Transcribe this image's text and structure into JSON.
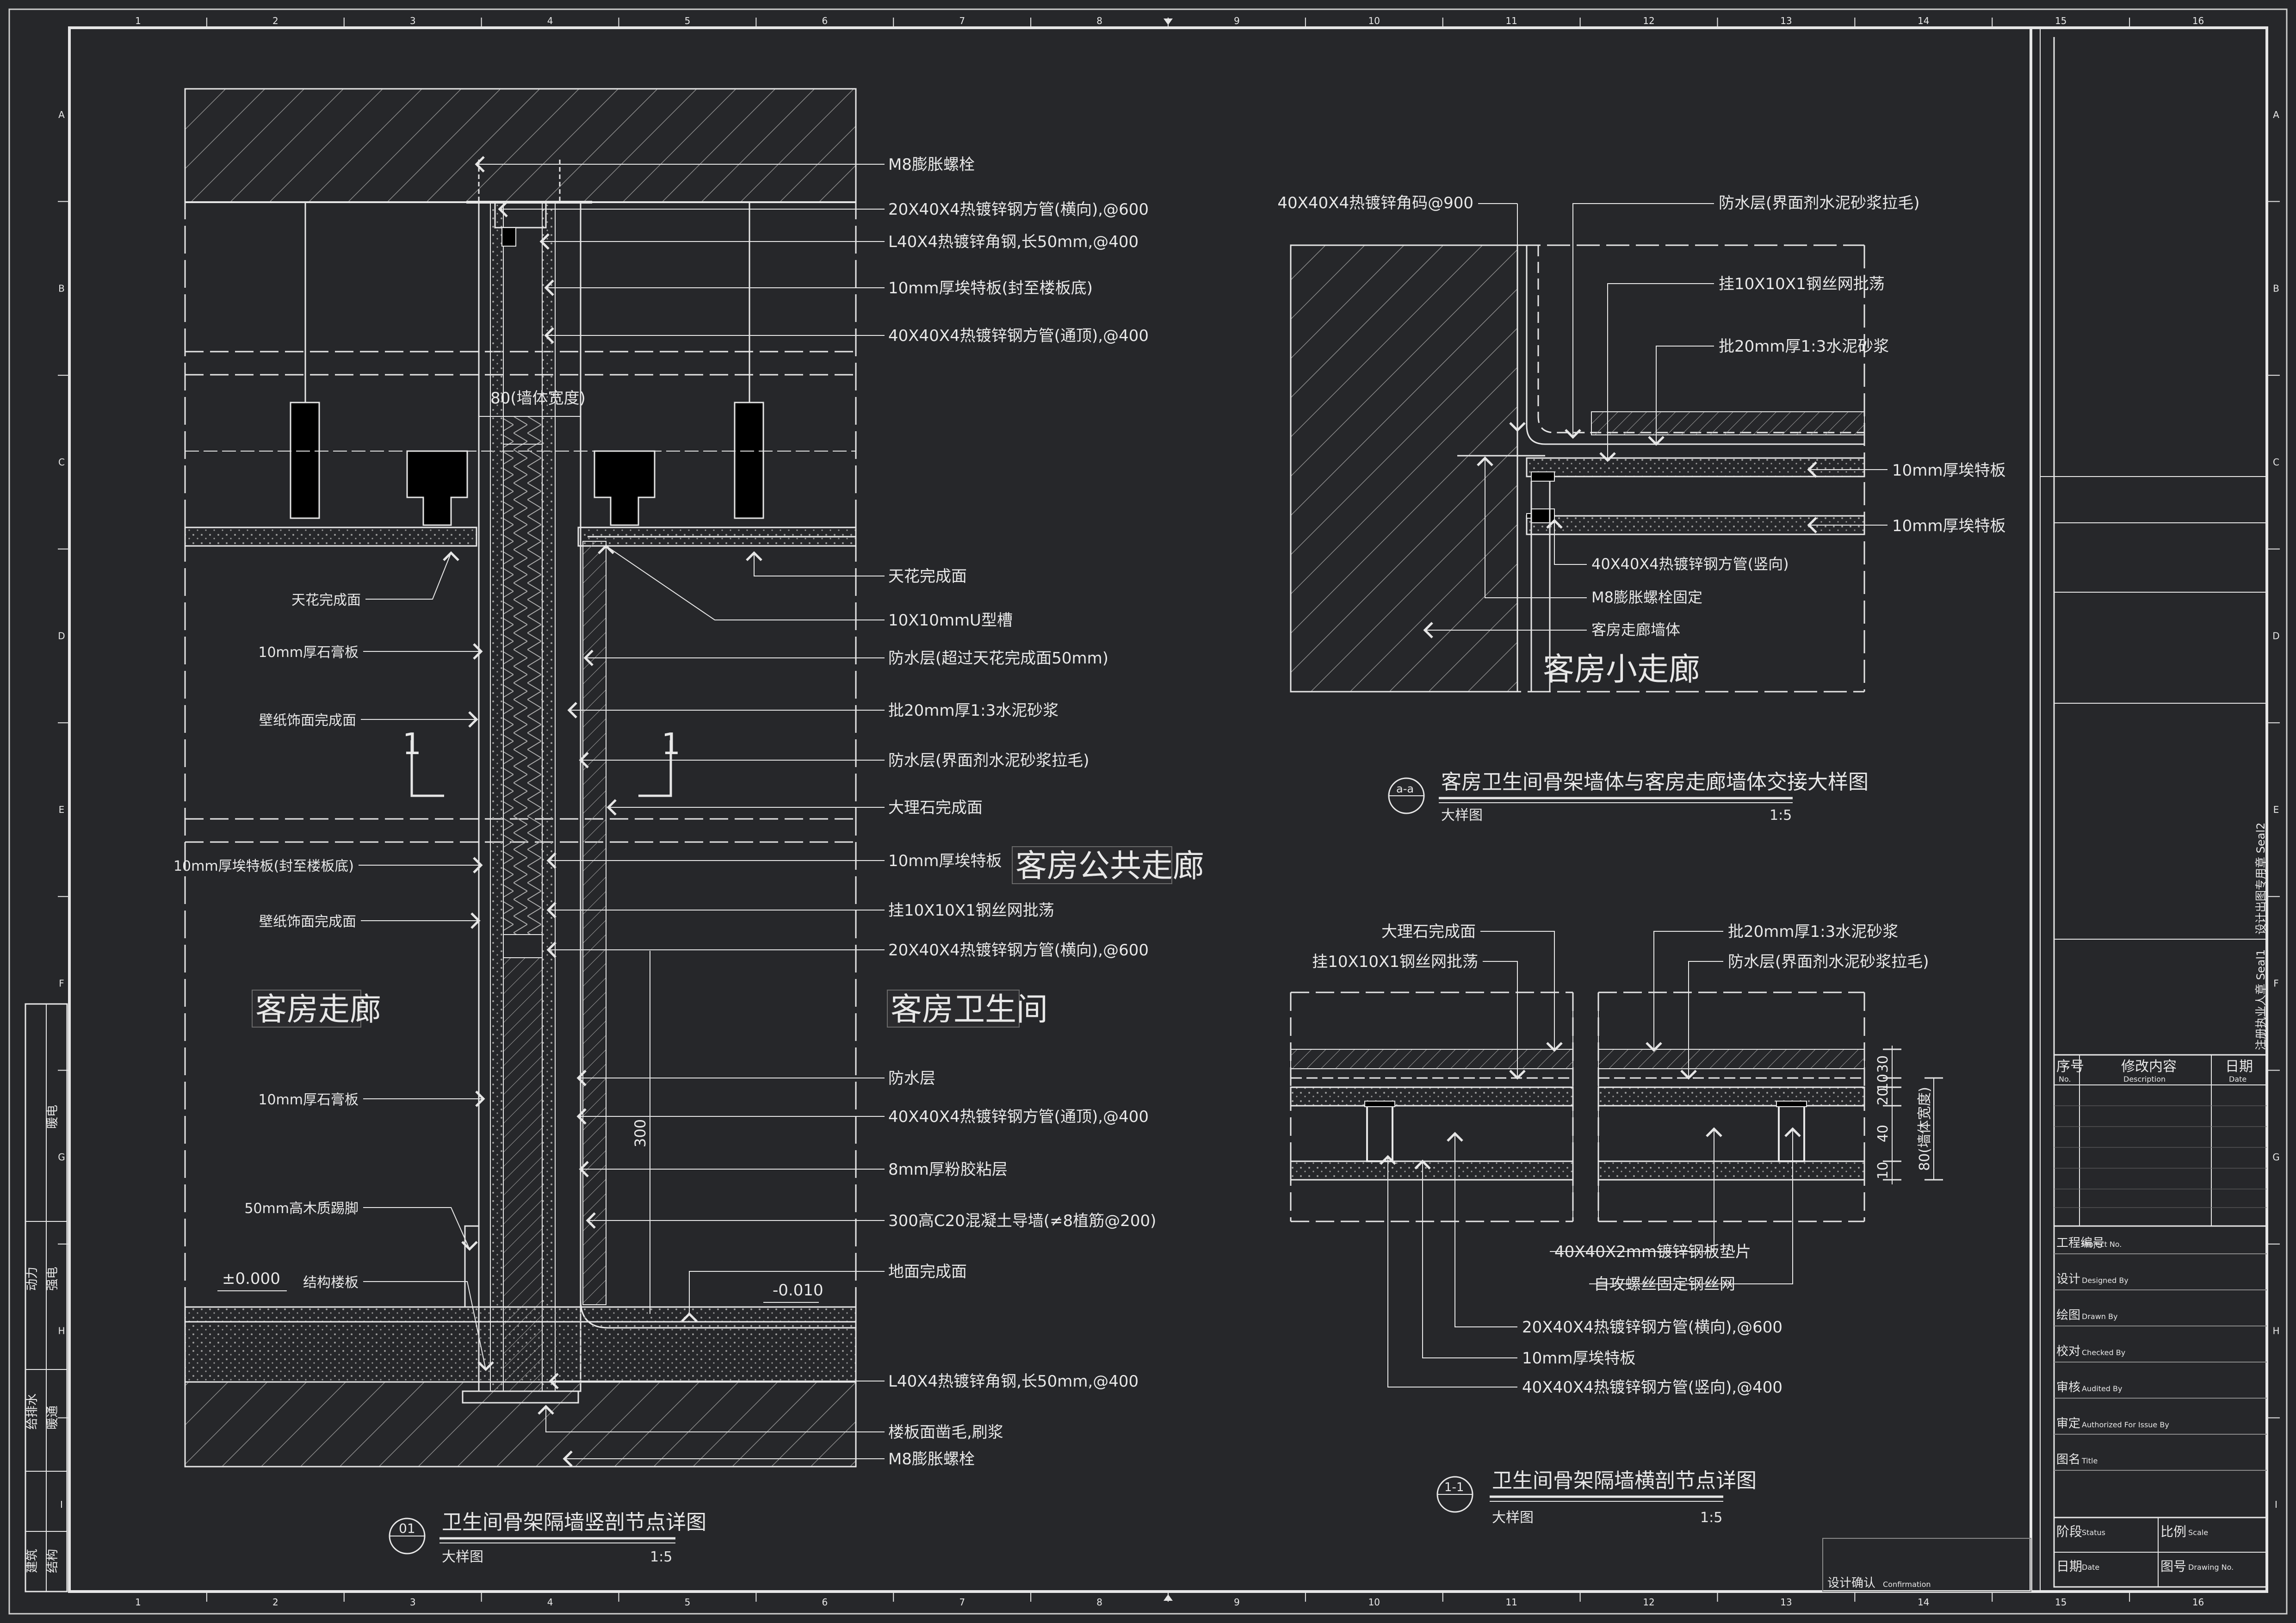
{
  "colors": {
    "background": "#26272a",
    "line": "#e6e6e6",
    "hatch": "#8a8a8a",
    "dim_text": "#d8d8d8"
  },
  "grid": {
    "cols": [
      "1",
      "2",
      "3",
      "4",
      "5",
      "6",
      "7",
      "8",
      "9",
      "10",
      "11",
      "12",
      "13",
      "14",
      "15",
      "16"
    ],
    "rows": [
      "A",
      "B",
      "C",
      "D",
      "E",
      "F",
      "G",
      "H",
      "I"
    ]
  },
  "left_strip": {
    "labels": [
      "暖电",
      "动力",
      "强电",
      "给排水",
      "暖通",
      "建筑",
      "结构"
    ]
  },
  "drawing_01": {
    "rooms": {
      "corridor": "客房走廊",
      "public_corridor": "客房公共走廊",
      "bathroom": "客房卫生间"
    },
    "wall_width": "80(墙体宽度)",
    "dim_300": "300",
    "level_0": "±0.000",
    "level_b": "-0.010",
    "section_mark": "1",
    "labels_right": [
      "M8膨胀螺栓",
      "20X40X4热镀锌钢方管(横向),@600",
      "L40X4热镀锌角钢,长50mm,@400",
      "10mm厚埃特板(封至楼板底)",
      "40X40X4热镀锌钢方管(通顶),@400",
      "天花完成面",
      "10X10mmU型槽",
      "防水层(超过天花完成面50mm)",
      "批20mm厚1:3水泥砂浆",
      "防水层(界面剂水泥砂浆拉毛)",
      "大理石完成面",
      "10mm厚埃特板",
      "挂10X10X1钢丝网批荡",
      "20X40X4热镀锌钢方管(横向),@600",
      "防水层",
      "40X40X4热镀锌钢方管(通顶),@400",
      "8mm厚粉胶粘层",
      "300高C20混凝土导墙(≠8植筋@200)",
      "地面完成面",
      "L40X4热镀锌角钢,长50mm,@400",
      "楼板面凿毛,刷浆",
      "M8膨胀螺栓"
    ],
    "labels_left": [
      "天花完成面",
      "10mm厚石膏板",
      "壁纸饰面完成面",
      "10mm厚埃特板(封至楼板底)",
      "壁纸饰面完成面",
      "10mm厚石膏板",
      "50mm高木质踢脚",
      "结构楼板"
    ],
    "title": {
      "num": "01",
      "name": "卫生间骨架隔墙竖剖节点详图",
      "type": "大样图",
      "scale": "1:5"
    }
  },
  "drawing_aa": {
    "labels_top": [
      "40X40X4热镀锌角码@900",
      "防水层(界面剂水泥砂浆拉毛)",
      "挂10X10X1钢丝网批荡",
      "批20mm厚1:3水泥砂浆"
    ],
    "labels_right": [
      "10mm厚埃特板",
      "10mm厚埃特板"
    ],
    "labels_bottom": [
      "40X40X4热镀锌钢方管(竖向)",
      "M8膨胀螺栓固定",
      "客房走廊墙体"
    ],
    "room": "客房小走廊",
    "title": {
      "num": "a-a",
      "name": "客房卫生间骨架墙体与客房走廊墙体交接大样图",
      "type": "大样图",
      "scale": "1:5"
    }
  },
  "drawing_11": {
    "labels_top_left": [
      "大理石完成面",
      "挂10X10X1钢丝网批荡"
    ],
    "labels_top_right": [
      "批20mm厚1:3水泥砂浆",
      "防水层(界面剂水泥砂浆拉毛)"
    ],
    "labels_bottom": [
      "40X40X2mm镀锌钢板垫片",
      "自攻螺丝固定钢丝网",
      "20X40X4热镀锌钢方管(横向),@600",
      "10mm厚埃特板",
      "40X40X4热镀锌钢方管(竖向),@400"
    ],
    "dims": [
      "30",
      "10",
      "20",
      "40",
      "10",
      "80(墙体宽度)"
    ],
    "title": {
      "num": "1-1",
      "name": "卫生间骨架隔墙横剖节点详图",
      "type": "大样图",
      "scale": "1:5"
    }
  },
  "title_block": {
    "rev_headers": [
      {
        "cn": "序号",
        "en": "No."
      },
      {
        "cn": "修改内容",
        "en": "Description"
      },
      {
        "cn": "日期",
        "en": "Date"
      }
    ],
    "seal_labels": [
      "设计出图专用章 Seal2",
      "注册执业人章 Seal1"
    ],
    "fields": [
      {
        "cn": "工程编号",
        "en": "Project No."
      },
      {
        "cn": "设计",
        "en": "Designed By"
      },
      {
        "cn": "绘图",
        "en": "Drawn By"
      },
      {
        "cn": "校对",
        "en": "Checked By"
      },
      {
        "cn": "审核",
        "en": "Audited By"
      },
      {
        "cn": "审定",
        "en": "Authorized For Issue By"
      },
      {
        "cn": "图名",
        "en": "Title"
      }
    ],
    "status": {
      "cn": "阶段",
      "en": "Status"
    },
    "scale": {
      "cn": "比例",
      "en": "Scale"
    },
    "date": {
      "cn": "日期",
      "en": "Date"
    },
    "drawing_no": {
      "cn": "图号",
      "en": "Drawing No."
    },
    "confirmation": {
      "cn": "设计确认",
      "en": "Confirmation"
    }
  }
}
